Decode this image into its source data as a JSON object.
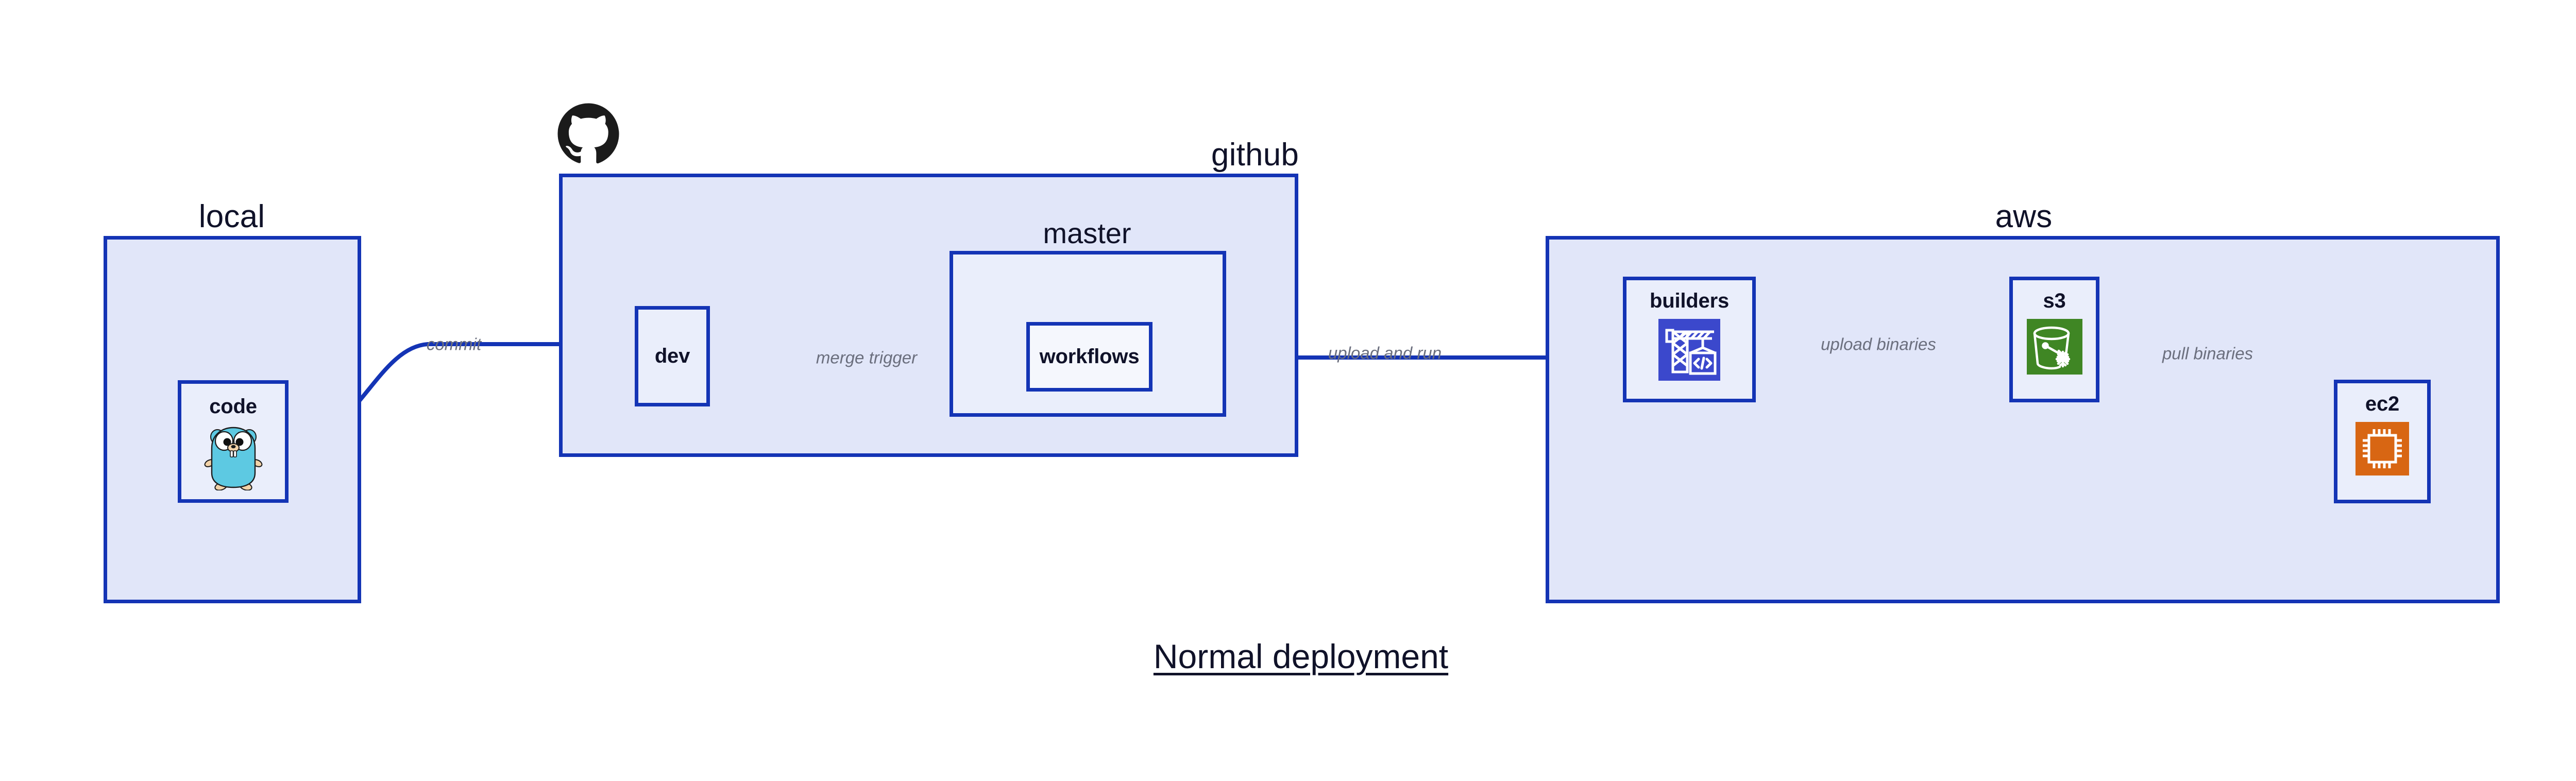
{
  "diagram": {
    "title": "Normal deployment",
    "colors": {
      "group_fill": "#e1e6f9",
      "sub_fill": "#eaeefb",
      "node_fill": "#eaeefb",
      "node_fill_light": "#f5f7fd",
      "border": "#1434b5",
      "edge_line": "#1434b5",
      "edge_label_text": "#6b6f7e",
      "heading_text": "#101229",
      "codebuild_orange": "#3b48cc",
      "s3_green": "#3f8624",
      "ec2_orange": "#d86613",
      "gopher_cyan": "#5dc9e2",
      "octocat_black": "#1b1b1b"
    },
    "groups": [
      {
        "id": "local",
        "label": "local",
        "nodes": [
          {
            "id": "code",
            "label": "code",
            "icon": "go-gopher-icon"
          }
        ]
      },
      {
        "id": "github",
        "label": "github",
        "brand_icon": "github-octocat-icon",
        "nodes": [
          {
            "id": "dev",
            "label": "dev",
            "icon": null
          }
        ],
        "subgroups": [
          {
            "id": "master",
            "label": "master",
            "nodes": [
              {
                "id": "workflows",
                "label": "workflows",
                "icon": null
              }
            ]
          }
        ]
      },
      {
        "id": "aws",
        "label": "aws",
        "nodes": [
          {
            "id": "builders",
            "label": "builders",
            "icon": "aws-codebuild-icon"
          },
          {
            "id": "s3",
            "label": "s3",
            "icon": "aws-s3-glacier-icon"
          },
          {
            "id": "ec2",
            "label": "ec2",
            "icon": "aws-ec2-icon"
          }
        ]
      }
    ],
    "edges": [
      {
        "id": "commit",
        "label": "commit",
        "from": "code",
        "to": "dev"
      },
      {
        "id": "merge-trigger",
        "label": "merge trigger",
        "from": "dev",
        "to": "workflows"
      },
      {
        "id": "upload-and-run",
        "label": "upload and run",
        "from": "workflows",
        "to": "builders"
      },
      {
        "id": "upload-binaries",
        "label": "upload binaries",
        "from": "builders",
        "to": "s3"
      },
      {
        "id": "pull-binaries",
        "label": "pull binaries",
        "from": "s3",
        "to": "ec2"
      }
    ]
  }
}
